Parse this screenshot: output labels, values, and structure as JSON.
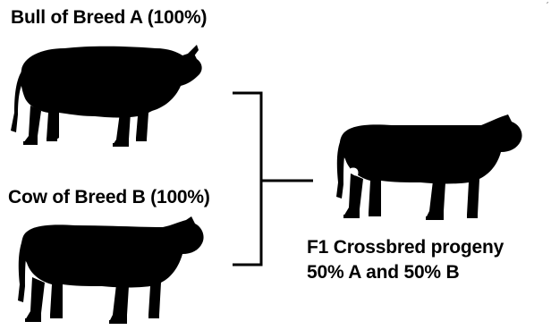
{
  "diagram": {
    "parents": {
      "bull": {
        "label": "Bull of Breed A (100%)"
      },
      "cow": {
        "label": "Cow of Breed B (100%)"
      }
    },
    "offspring": {
      "title": "F1 Crossbred progeny",
      "composition": "50% A and 50% B"
    },
    "colors": {
      "silhouette": "#000000",
      "background": "#ffffff"
    },
    "icons": [
      "bull-silhouette",
      "cow-silhouette",
      "calf-silhouette"
    ]
  }
}
